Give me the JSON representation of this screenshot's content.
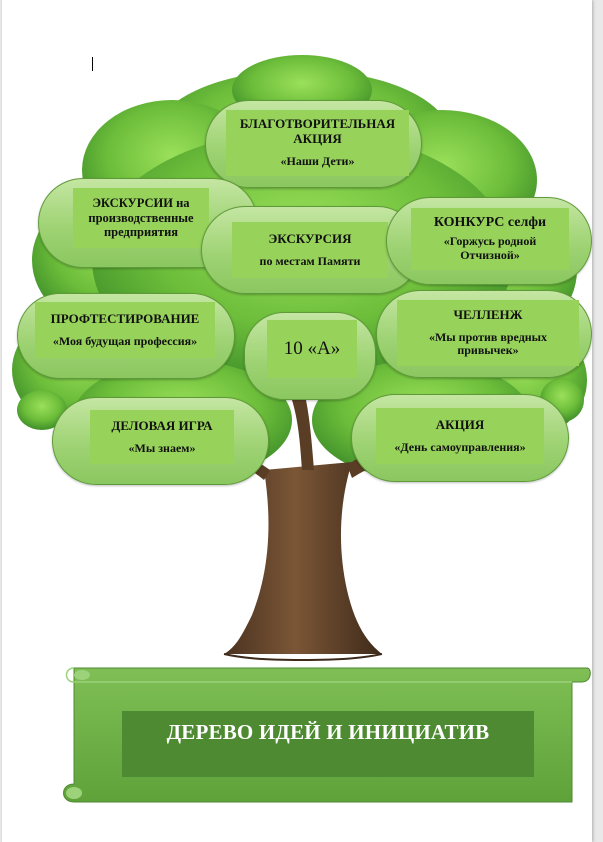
{
  "center": {
    "label": "10 «А»"
  },
  "nodes": {
    "charity": {
      "title": "БЛАГОТВОРИТЕЛЬНАЯ АКЦИЯ",
      "subtitle": "«Наши Дети»"
    },
    "excursions": {
      "title": "ЭКСКУРСИИ на производственные предприятия"
    },
    "excursion_memory": {
      "title": "ЭКСКУРСИЯ",
      "subtitle": "по местам Памяти"
    },
    "selfie": {
      "title": "КОНКУРС селфи",
      "subtitle": "«Горжусь родной Отчизной»"
    },
    "proftest": {
      "title": "ПРОФТЕСТИРОВАНИЕ",
      "subtitle": "«Моя будущая профессия»"
    },
    "challenge": {
      "title": "ЧЕЛЛЕНЖ",
      "subtitle": "«Мы против вредных привычек»"
    },
    "business_game": {
      "title": "ДЕЛОВАЯ ИГРА",
      "subtitle": "«Мы знаем»"
    },
    "self_government": {
      "title": "АКЦИЯ",
      "subtitle": "«День самоуправления»"
    }
  },
  "banner": {
    "title": "ДЕРЕВО ИДЕЙ И ИНИЦИАТИВ"
  },
  "colors": {
    "foliage_light": "#8fd14f",
    "foliage_dark": "#3f8f2a",
    "trunk": "#6b4a2e",
    "pill_fill": "#a8d97f",
    "label_fill": "#97d25a",
    "banner": "#6fb24a",
    "banner_title_bg": "#4e8a32"
  }
}
